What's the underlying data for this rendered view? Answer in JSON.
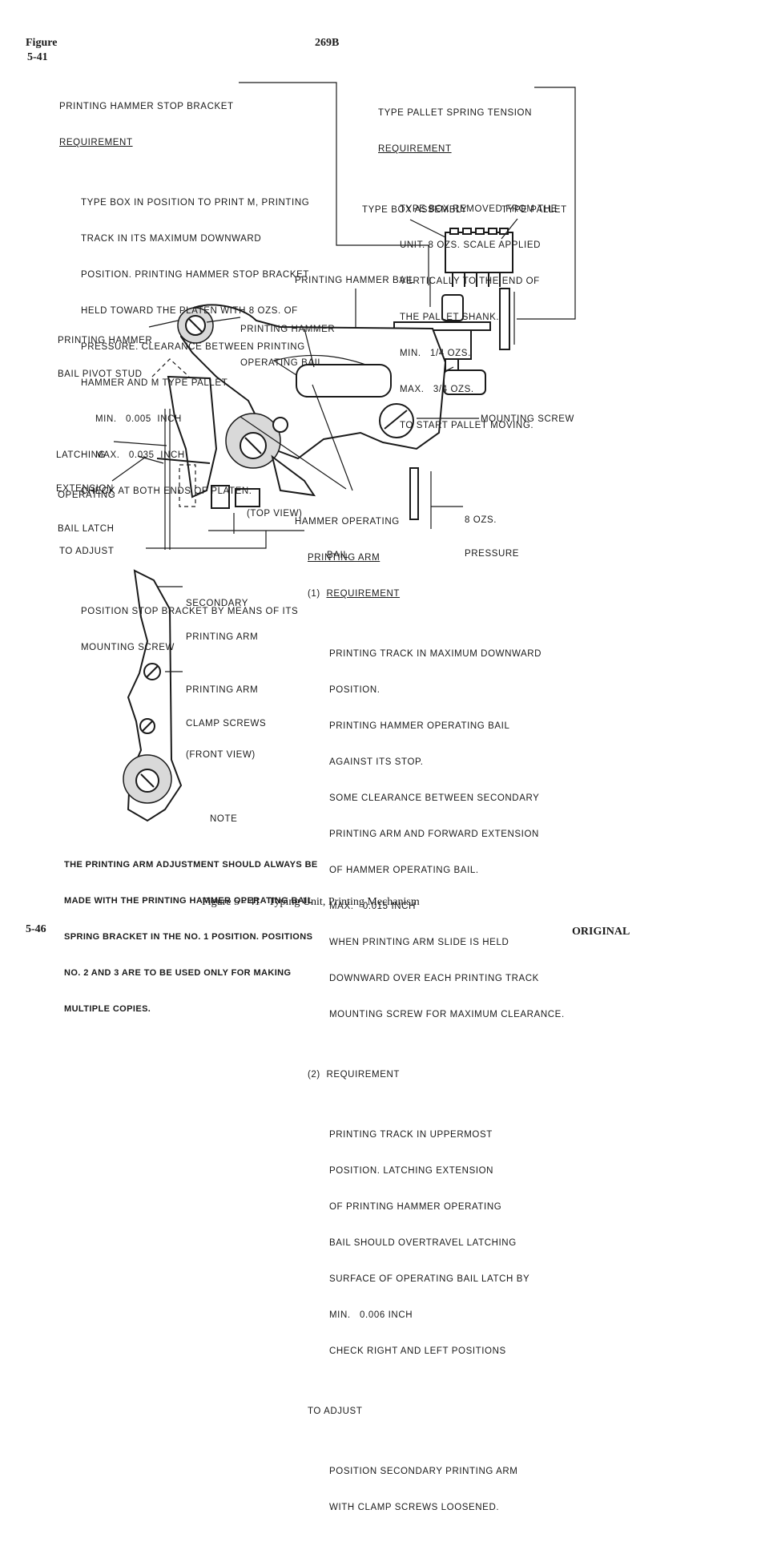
{
  "header": {
    "figure_word": "Figure",
    "figure_number": "5-41",
    "doc_code": "269B"
  },
  "hammer_stop": {
    "title": "PRINTING HAMMER STOP BRACKET",
    "requirement": "REQUIREMENT",
    "lines": [
      "TYPE BOX IN POSITION TO PRINT M, PRINTING",
      "TRACK IN ITS MAXIMUM DOWNWARD",
      "POSITION. PRINTING HAMMER STOP BRACKET",
      "HELD TOWARD THE PLATEN WITH 8 OZS. OF",
      "PRESSURE. CLEARANCE BETWEEN PRINTING",
      "HAMMER AND M TYPE PALLET"
    ],
    "min": "MIN.   0.005  INCH",
    "max": "MAX.   0.035  INCH",
    "check": "CHECK AT BOTH ENDS OF PLATEN.",
    "to_adjust": "TO ADJUST",
    "adjust_lines": [
      "POSITION STOP BRACKET BY MEANS OF ITS",
      "MOUNTING SCREW"
    ]
  },
  "pallet_spring": {
    "title": "TYPE PALLET SPRING TENSION",
    "requirement": "REQUIREMENT",
    "lines": [
      "TYPE BOX REMOVED FROM THE",
      "UNIT. 8 OZS. SCALE APPLIED",
      "VERTICALLY TO THE END OF",
      "THE PALLET SHANK.",
      "MIN.   1/4 OZS.",
      "MAX.   3/4 OZS.",
      "TO START PALLET MOVING."
    ]
  },
  "labels": {
    "type_box_assembly": "TYPE BOX ASSEMBLY",
    "type_pallet": "TYPE PALLET",
    "printing_hammer_bail": "PRINTING HAMMER BAIL",
    "pivot_stud_1": "PRINTING HAMMER",
    "pivot_stud_2": "BAIL PIVOT STUD",
    "operating_bail_1": "PRINTING HAMMER",
    "operating_bail_2": "OPERATING BAIL",
    "mounting_screw": "MOUNTING SCREW",
    "latching_1": "LATCHING",
    "latching_2": "EXTENSION",
    "bail_latch_1": "OPERATING",
    "bail_latch_2": "BAIL LATCH",
    "hammer_op_bail_1": "HAMMER OPERATING",
    "hammer_op_bail_2": "BAIL",
    "top_view": "(TOP VIEW)",
    "pressure_1": "8 OZS.",
    "pressure_2": "PRESSURE",
    "secondary_1": "SECONDARY",
    "secondary_2": "PRINTING ARM",
    "clamp_1": "PRINTING ARM",
    "clamp_2": "CLAMP SCREWS",
    "front_view": "(FRONT VIEW)",
    "note": "NOTE"
  },
  "printing_arm": {
    "title": "PRINTING ARM",
    "req1_num": "(1)",
    "req1_label": "REQUIREMENT",
    "req1_lines": [
      "PRINTING TRACK IN MAXIMUM DOWNWARD",
      "POSITION.",
      "PRINTING HAMMER OPERATING BAIL",
      "AGAINST ITS STOP.",
      "SOME CLEARANCE BETWEEN SECONDARY",
      "PRINTING ARM AND FORWARD EXTENSION",
      "OF HAMMER OPERATING BAIL.",
      "MAX.   0.015 INCH",
      "WHEN PRINTING ARM SLIDE IS HELD",
      "DOWNWARD OVER EACH PRINTING TRACK",
      "MOUNTING SCREW FOR MAXIMUM CLEARANCE."
    ],
    "req2_num": "(2)",
    "req2_label": "REQUIREMENT",
    "req2_lines": [
      "PRINTING TRACK IN UPPERMOST",
      "POSITION. LATCHING EXTENSION",
      "OF PRINTING HAMMER OPERATING",
      "BAIL SHOULD OVERTRAVEL LATCHING",
      "SURFACE OF OPERATING BAIL LATCH BY",
      "MIN.   0.006 INCH",
      "CHECK RIGHT AND LEFT POSITIONS"
    ],
    "to_adjust": "TO ADJUST",
    "adjust_lines": [
      "POSITION SECONDARY PRINTING ARM",
      "WITH CLAMP SCREWS LOOSENED."
    ]
  },
  "note_text": [
    "THE PRINTING ARM ADJUSTMENT SHOULD ALWAYS BE",
    "MADE WITH THE PRINTING HAMMER OPERATING BAIL",
    "SPRING BRACKET IN THE NO. 1 POSITION. POSITIONS",
    "NO. 2 AND 3 ARE TO BE USED ONLY FOR MAKING",
    "MULTIPLE COPIES."
  ],
  "caption": "Figure 5 - 41   Typing Unit, Printing Mechanism",
  "footer": {
    "page": "5-46",
    "status": "ORIGINAL"
  }
}
